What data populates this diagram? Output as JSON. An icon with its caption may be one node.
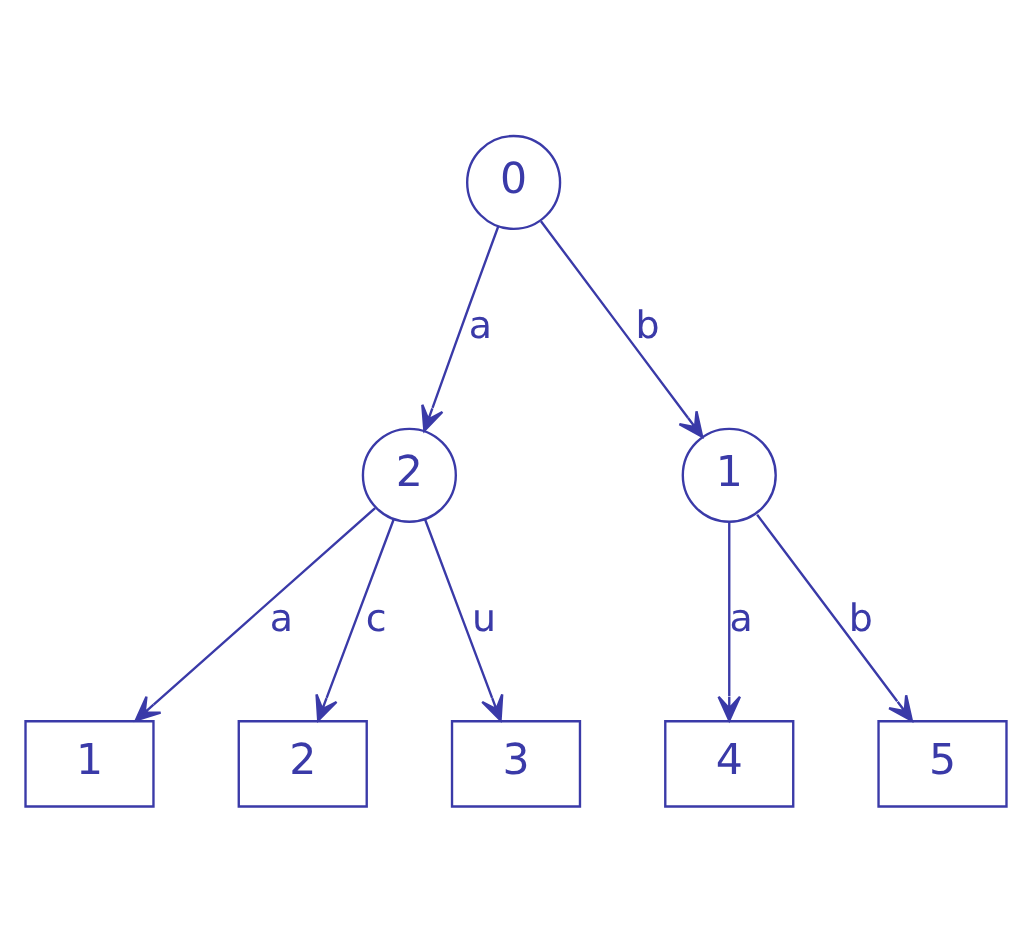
{
  "diagram": {
    "nodes": [
      {
        "text": [
          "0"
        ]
      },
      {
        "text": [
          "2"
        ]
      },
      {
        "text": [
          "1"
        ]
      },
      {
        "text": [
          "1"
        ]
      },
      {
        "text": [
          "2"
        ]
      },
      {
        "text": [
          "3"
        ]
      },
      {
        "text": [
          "4"
        ]
      },
      {
        "text": [
          "5"
        ]
      }
    ],
    "edges": [
      {
        "from": 0,
        "to": 1,
        "arrow": "to",
        "label": "a"
      },
      {
        "from": 0,
        "to": 2,
        "arrow": "to",
        "label": "b"
      },
      {
        "from": 1,
        "to": 3,
        "arrow": "to",
        "label": "a"
      },
      {
        "from": 1,
        "to": 4,
        "arrow": "to",
        "label": "c"
      },
      {
        "from": 1,
        "to": 5,
        "arrow": "to",
        "label": "u"
      },
      {
        "from": 2,
        "to": 6,
        "arrow": "to",
        "label": "a"
      },
      {
        "from": 2,
        "to": 7,
        "arrow": "to",
        "label": "b"
      }
    ]
  }
}
